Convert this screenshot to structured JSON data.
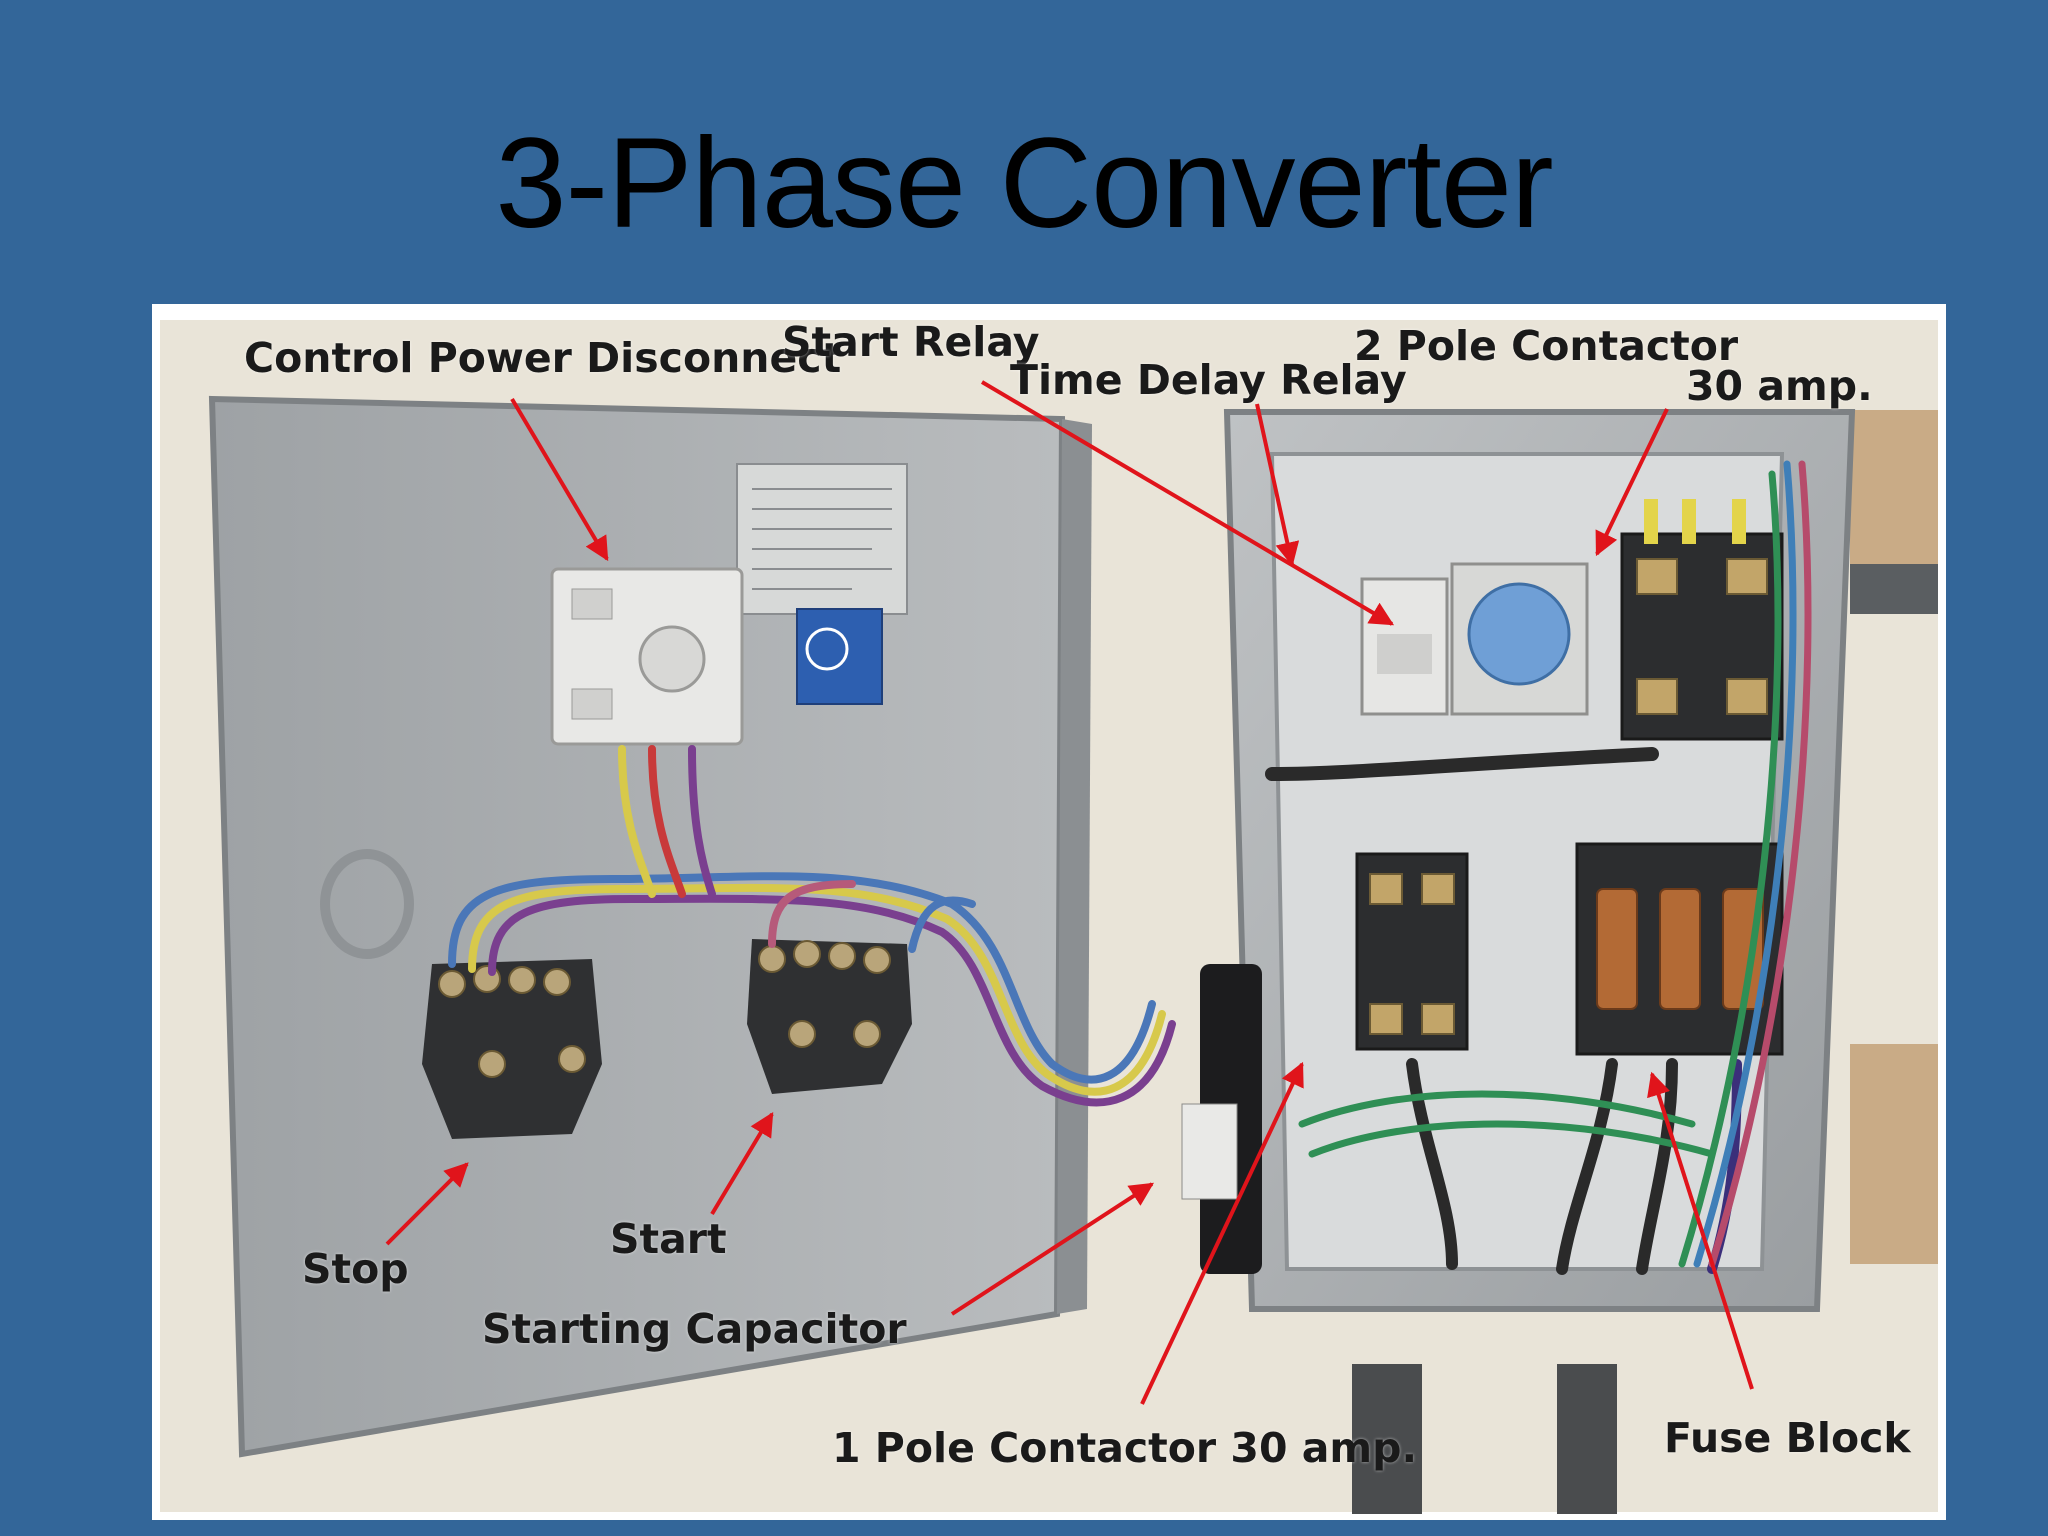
{
  "slide": {
    "title": "3-Phase Converter"
  },
  "photo": {
    "description_visible": false,
    "callouts": {
      "control_power_disconnect": "Control Power Disconnect",
      "start_relay": "Start Relay",
      "time_delay_relay": "Time Delay Relay",
      "two_pole_contactor_line1": "2 Pole Contactor",
      "two_pole_contactor_line2": "30 amp.",
      "stop": "Stop",
      "start": "Start",
      "starting_capacitor": "Starting Capacitor",
      "one_pole_contactor": "1 Pole Contactor 30 amp.",
      "fuse_block": "Fuse Block"
    }
  },
  "colors": {
    "slide_background": "#336699",
    "arrow": "#e0141b",
    "enclosure_gray": "#a9adb0",
    "wall": "#e9e4d8"
  }
}
